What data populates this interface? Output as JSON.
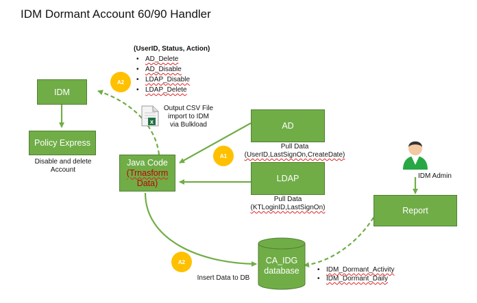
{
  "title": "IDM Dormant Account 60/90 Handler",
  "nodes": {
    "idm": "IDM",
    "policy_express": "Policy Express",
    "java_code": "Java Code",
    "java_code_sub_1": "(Trnasform",
    "java_code_sub_2": "Data)",
    "ad": "AD",
    "ldap": "LDAP",
    "report": "Report",
    "database_1": "CA_IDG",
    "database_2": "database",
    "idm_admin": "IDM Admin"
  },
  "labels": {
    "disable_delete_1": "Disable and delete",
    "disable_delete_2": "Account",
    "output_csv_1": "Output CSV File",
    "output_csv_2": "import to IDM",
    "output_csv_3": "via Bulkload",
    "pull_ad_1": "Pull Data",
    "pull_ad_2": "(UserID,LastSignOn,CreateDate)",
    "pull_ldap_1": "Pull Data",
    "pull_ldap_2": "(KTLoginID,LastSignOn)",
    "insert_data": "Insert Data  to DB"
  },
  "actions": {
    "heading": "(UserID, Status, Action)",
    "items": [
      "AD_Delete",
      "AD_Disable",
      "LDAP_Disable",
      "LDAP_Delete"
    ]
  },
  "tables": [
    "IDM_Dormant_Activity",
    "IDM_Dormant_Daily"
  ],
  "badges": {
    "a2_top": "A2",
    "a1": "A1",
    "a2_bottom": "A2"
  },
  "icons": [
    "excel-file-icon",
    "user-icon"
  ],
  "colors": {
    "node_fill": "#70ad47",
    "node_border": "#507e32",
    "arrow": "#70ad47",
    "badge": "#ffc000",
    "java_subtext": "#c00000"
  }
}
